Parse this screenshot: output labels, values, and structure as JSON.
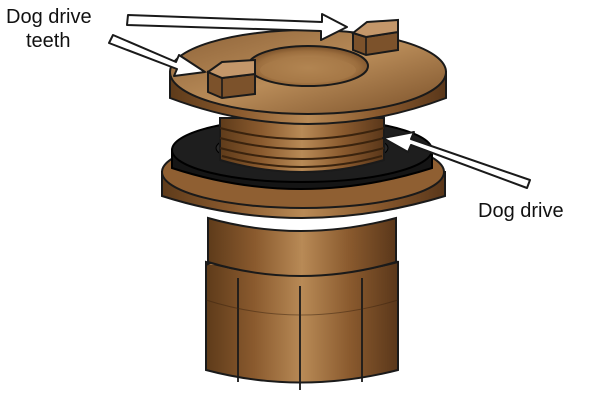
{
  "labels": {
    "dog_drive_teeth_line1": "Dog drive",
    "dog_drive_teeth_line2": "teeth",
    "dog_drive": "Dog drive"
  },
  "colors": {
    "brass_dark": "#5e3b1a",
    "brass_mid": "#9a6a3c",
    "brass_light": "#c89c68",
    "washer": "#1b1b1b",
    "outline": "#1a1a1a",
    "arrow_fill": "#ffffff"
  },
  "icons": {
    "arrow": "white-outlined-arrow"
  }
}
